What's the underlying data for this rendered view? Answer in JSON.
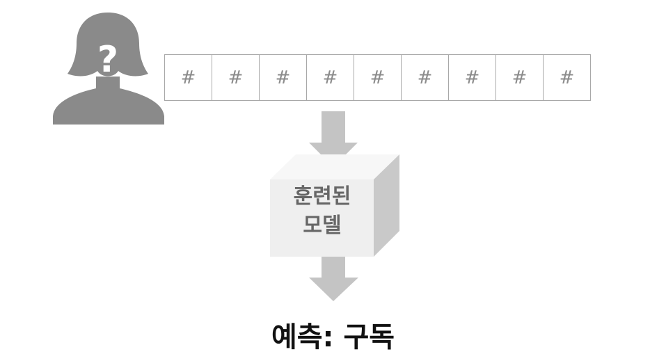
{
  "person": {
    "icon": "unknown-person-icon",
    "glyph": "?"
  },
  "features": {
    "cells": [
      "#",
      "#",
      "#",
      "#",
      "#",
      "#",
      "#",
      "#",
      "#"
    ]
  },
  "model": {
    "label_line1": "훈련된",
    "label_line2": "모델"
  },
  "prediction": {
    "text": "예측: 구독"
  },
  "colors": {
    "silhouette": "#8a8a8a",
    "arrow": "#c4c4c4",
    "cube_front": "#efefef",
    "cube_top": "#f7f7f7",
    "cube_side": "#c9c9c9"
  }
}
